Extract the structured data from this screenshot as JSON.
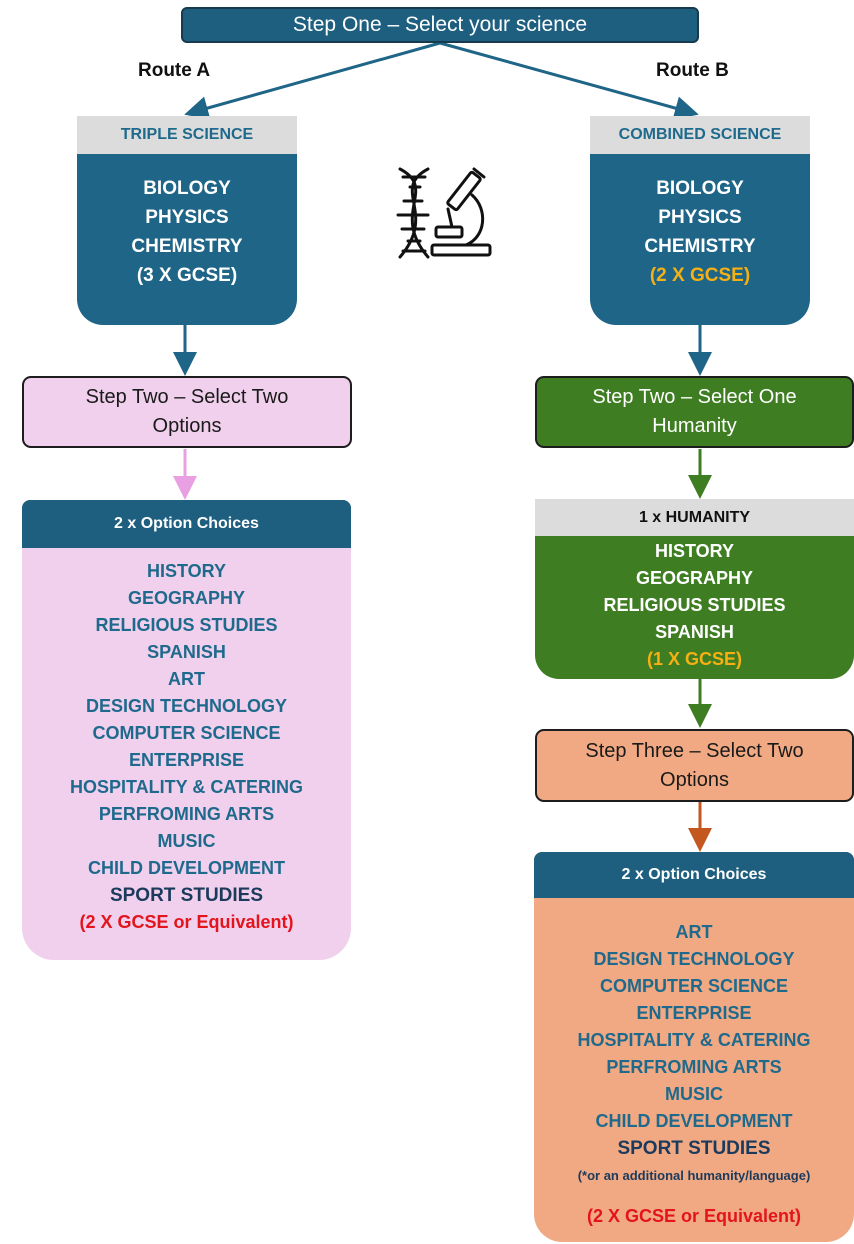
{
  "step_one": "Step One – Select your science",
  "route_a": "Route A",
  "route_b": "Route B",
  "triple": {
    "header": "TRIPLE SCIENCE",
    "subjects": [
      "BIOLOGY",
      "PHYSICS",
      "CHEMISTRY"
    ],
    "gcse": "(3 X GCSE)"
  },
  "combined": {
    "header": "COMBINED SCIENCE",
    "subjects": [
      "BIOLOGY",
      "PHYSICS",
      "CHEMISTRY"
    ],
    "gcse": "(2 X GCSE)"
  },
  "step_two_a": {
    "line1": "Step Two – Select Two",
    "line2": "Options"
  },
  "step_two_b": {
    "line1": "Step Two – Select One",
    "line2": "Humanity"
  },
  "options_a": {
    "header": "2 x Option Choices",
    "items": [
      "HISTORY",
      "GEOGRAPHY",
      "RELIGIOUS STUDIES",
      "SPANISH",
      "ART",
      "DESIGN TECHNOLOGY",
      "COMPUTER SCIENCE",
      "ENTERPRISE",
      "HOSPITALITY & CATERING",
      "PERFROMING ARTS",
      "MUSIC",
      "CHILD DEVELOPMENT"
    ],
    "last": "SPORT STUDIES",
    "footer": "(2 X GCSE or Equivalent)"
  },
  "humanity": {
    "header": "1 x HUMANITY",
    "items": [
      "HISTORY",
      "GEOGRAPHY",
      "RELIGIOUS STUDIES",
      "SPANISH"
    ],
    "gcse": "(1 X GCSE)"
  },
  "step_three": {
    "line1": "Step Three – Select Two",
    "line2": "Options"
  },
  "options_b": {
    "header": "2 x Option Choices",
    "items": [
      "ART",
      "DESIGN TECHNOLOGY",
      "COMPUTER SCIENCE",
      "ENTERPRISE",
      "HOSPITALITY & CATERING",
      "PERFROMING ARTS",
      "MUSIC",
      "CHILD DEVELOPMENT"
    ],
    "last": "SPORT STUDIES",
    "note": "(*or an additional humanity/language)",
    "footer": "(2 X GCSE or Equivalent)"
  },
  "icons": [
    "dna-icon",
    "microscope-icon"
  ],
  "colors": {
    "science_blue": "#1e6587",
    "gold": "#f5b014",
    "pink": "#f0d0ec",
    "green": "#3f7d22",
    "peach": "#f1a983",
    "red": "#e3141c"
  }
}
